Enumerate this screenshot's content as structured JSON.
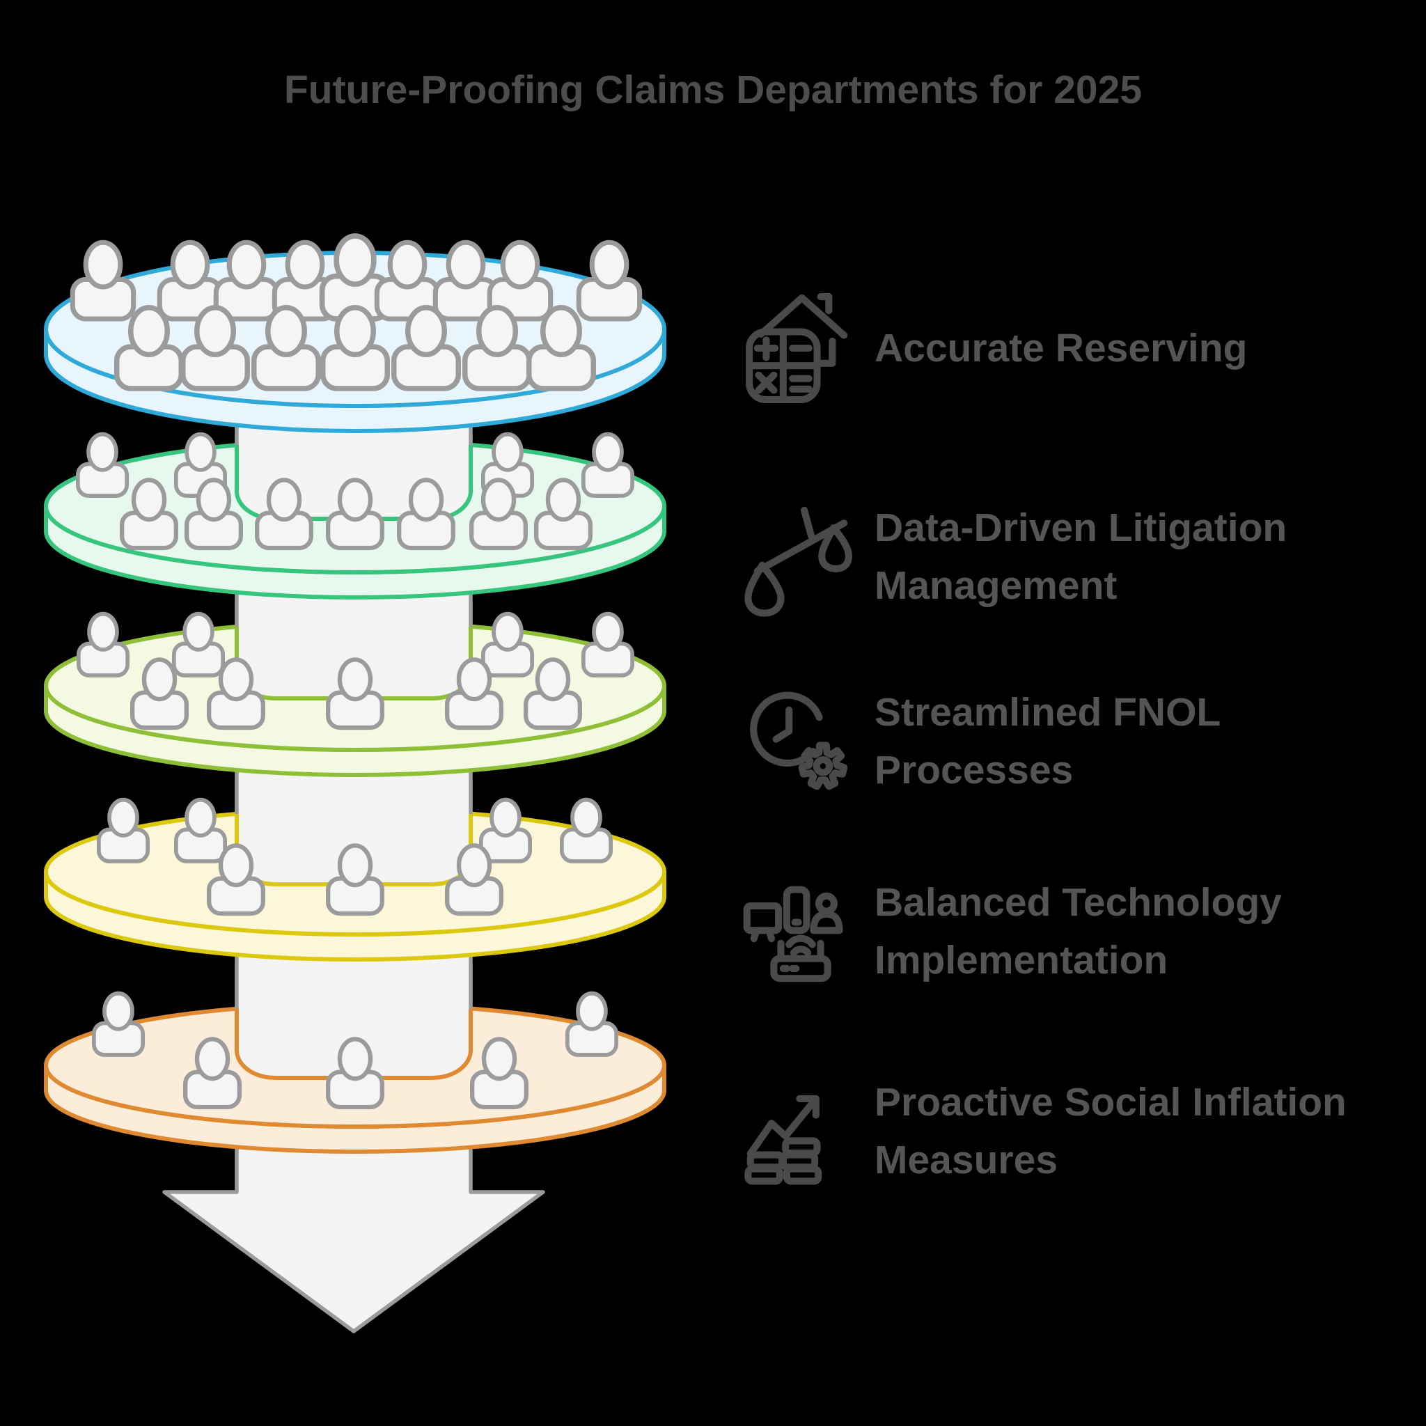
{
  "background_color": "#000000",
  "title": {
    "text": "Future-Proofing Claims Departments for 2025",
    "color": "#4d4d4d"
  },
  "funnel": {
    "shaft": {
      "fill": "#f4f4f4",
      "outline": "#9b9b9b"
    },
    "person_style": {
      "fill": "#f5f5f5",
      "stroke": "#9b9b9b"
    },
    "layers": [
      {
        "name": "layer-1-top",
        "border_color": "#2ea9d8",
        "fill_color": "#e8f5fc",
        "people_count": 16
      },
      {
        "name": "layer-2",
        "border_color": "#36c57d",
        "fill_color": "#e7f9ef",
        "people_count": 11
      },
      {
        "name": "layer-3",
        "border_color": "#8fbf37",
        "fill_color": "#f4f9e2",
        "people_count": 9
      },
      {
        "name": "layer-4",
        "border_color": "#dcc90e",
        "fill_color": "#fbf7d8",
        "people_count": 7
      },
      {
        "name": "layer-5-bottom",
        "border_color": "#df8a30",
        "fill_color": "#fcedda",
        "people_count": 5
      }
    ]
  },
  "list": {
    "text_color": "#555555",
    "icon_color": "#4a4a4a",
    "items": [
      {
        "icon": "calculator-house-icon",
        "label": "Accurate Reserving"
      },
      {
        "icon": "balance-scales-icon",
        "label": "Data-Driven Litigation Management"
      },
      {
        "icon": "clock-gear-icon",
        "label": "Streamlined FNOL Processes"
      },
      {
        "icon": "devices-network-icon",
        "label": "Balanced Technology Implementation"
      },
      {
        "icon": "growth-chart-coins-icon",
        "label": "Proactive Social Inflation Measures"
      }
    ]
  }
}
